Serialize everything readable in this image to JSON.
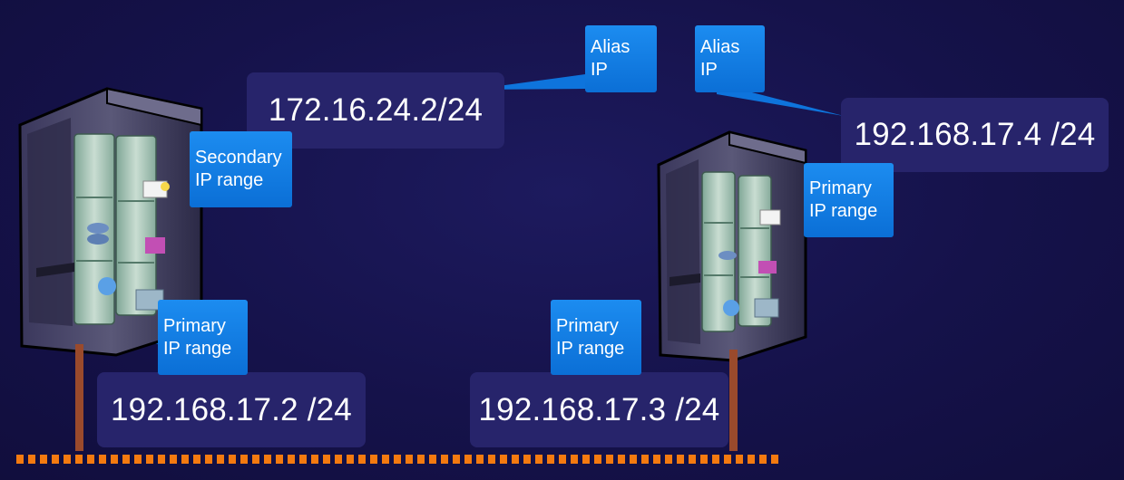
{
  "callouts": {
    "alias_left": "Alias IP",
    "alias_right": "Alias IP",
    "secondary_left": [
      "Secondary",
      "IP range"
    ],
    "primary_left": [
      "Primary",
      "IP range"
    ],
    "primary_right_top": [
      "Primary",
      "IP range"
    ],
    "primary_right_bottom": [
      "Primary",
      "IP range"
    ]
  },
  "ip_boxes": {
    "alias_left": "172.16.24.2/24",
    "alias_right": "192.168.17.4 /24",
    "server_left": "192.168.17.2 /24",
    "server_right": "192.168.17.3 /24"
  },
  "colors": {
    "background": "#15124a",
    "ip_box": "#27246b",
    "callout": "#0b78e3",
    "network_line": "#f47a10",
    "drop_line": "#9a4a2c"
  }
}
